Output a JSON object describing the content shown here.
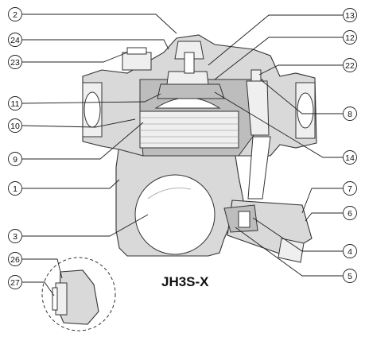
{
  "model_label": "JH3S-X",
  "callouts": [
    {
      "id": "c2",
      "number": "2"
    },
    {
      "id": "c24",
      "number": "24"
    },
    {
      "id": "c23",
      "number": "23"
    },
    {
      "id": "c11",
      "number": "11"
    },
    {
      "id": "c10",
      "number": "10"
    },
    {
      "id": "c9",
      "number": "9"
    },
    {
      "id": "c1",
      "number": "1"
    },
    {
      "id": "c3",
      "number": "3"
    },
    {
      "id": "c26",
      "number": "26"
    },
    {
      "id": "c27",
      "number": "27"
    },
    {
      "id": "c13",
      "number": "13"
    },
    {
      "id": "c12",
      "number": "12"
    },
    {
      "id": "c22",
      "number": "22"
    },
    {
      "id": "c8",
      "number": "8"
    },
    {
      "id": "c14",
      "number": "14"
    },
    {
      "id": "c7",
      "number": "7"
    },
    {
      "id": "c6",
      "number": "6"
    },
    {
      "id": "c4",
      "number": "4"
    },
    {
      "id": "c5",
      "number": "5"
    }
  ]
}
